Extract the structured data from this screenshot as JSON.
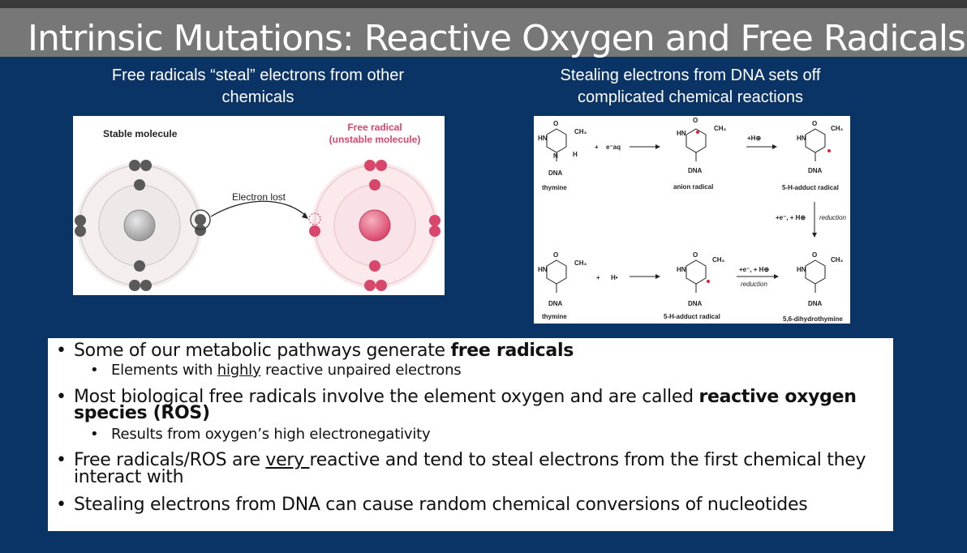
{
  "slide": {
    "title": "Intrinsic Mutations: Reactive Oxygen and Free Radicals",
    "left_caption": "Free radicals “steal” electrons from other chemicals",
    "right_caption": "Stealing electrons from DNA sets off complicated chemical reactions"
  },
  "left_figure": {
    "stable_label": "Stable molecule",
    "free_radical_label_1": "Free radical",
    "free_radical_label_2": "(unstable molecule)",
    "arrow_label": "Electron lost",
    "colors": {
      "stable_nucleus": "#b5b5b5",
      "radical_nucleus": "#e56a86",
      "radical_text": "#d9466b",
      "electron": "#555555",
      "radical_electron": "#d9466b"
    }
  },
  "right_figure": {
    "dna": "DNA",
    "hn": "HN",
    "n": "N",
    "h": "H",
    "o": "O",
    "ch3": "CH₃",
    "row1": {
      "thymine": "thymine",
      "eaq": "e⁻aq",
      "plus": "+",
      "anion": "anion radical",
      "hplus": "+H⊕",
      "adduct": "5-H-adduct radical"
    },
    "vertical": {
      "reagent": "+e⁻, + H⊕",
      "reduction": "reduction"
    },
    "row2": {
      "thymine": "thymine",
      "hdot": "H•",
      "plus": "+",
      "adduct": "5-H-adduct radical",
      "reagent": "+e⁻, + H⊕",
      "reduction": "reduction",
      "product": "5,6-dihydrothymine"
    }
  },
  "bullets": {
    "b1_pre": "Some of our metabolic pathways generate ",
    "b1_bold": "free radicals",
    "s1_pre": "Elements with ",
    "s1_u": "highly",
    "s1_post": " reactive unpaired electrons",
    "b2_pre": "Most biological free radicals involve the element oxygen and are called ",
    "b2_bold1": "reactive oxygen",
    "b2_bold2": "species (ROS)",
    "s2": "Results from oxygen’s high electronegativity",
    "b3_pre": "Free radicals/ROS are ",
    "b3_u": "very ",
    "b3_post": "reactive and tend to steal electrons from the first chemical they",
    "b3_line2": "interact with",
    "b4": "Stealing electrons from DNA can cause random chemical conversions of nucleotides",
    "bullet": "•"
  }
}
